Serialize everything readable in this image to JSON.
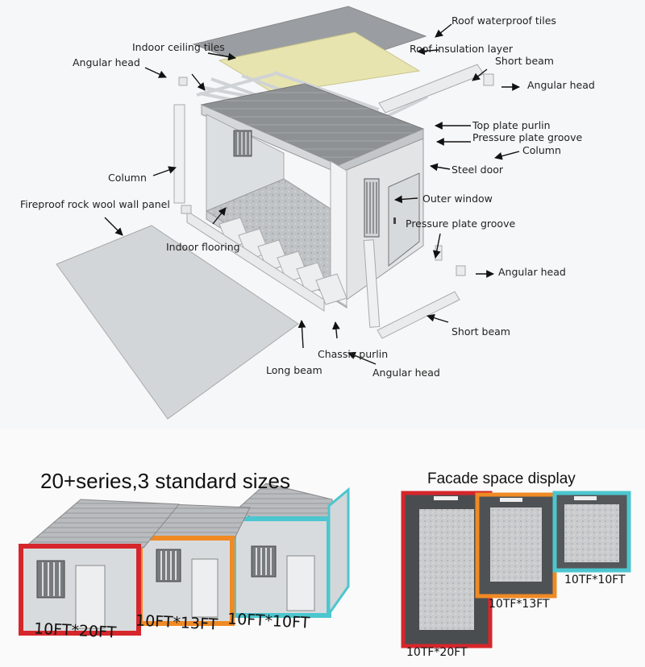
{
  "diagram": {
    "labels": {
      "roof_waterproof_tiles": "Roof waterproof tiles",
      "indoor_ceiling_tiles": "Indoor ceiling tiles",
      "roof_insulation_layer": "Roof insulation layer",
      "angular_head_tl": "Angular head",
      "short_beam_top": "Short beam",
      "angular_head_tr": "Angular head",
      "top_plate_purlin": "Top plate purlin",
      "pressure_plate_groove_top": "Pressure plate groove",
      "column_right": "Column",
      "column_left": "Column",
      "steel_door": "Steel door",
      "outer_window": "Outer window",
      "fireproof_wall_panel": "Fireproof rock wool wall panel",
      "pressure_plate_groove_mid": "Pressure plate groove",
      "indoor_flooring": "Indoor flooring",
      "angular_head_br": "Angular head",
      "short_beam_bottom": "Short beam",
      "chassis_purlin": "Chassis purlin",
      "long_beam": "Long beam",
      "angular_head_bottom": "Angular head"
    }
  },
  "sizes_panel": {
    "title": "20+series,3 standard sizes",
    "labels": [
      "10FT*20FT",
      "10FT*13FT",
      "10FT*10FT"
    ],
    "colors": {
      "red": "#d6262b",
      "orange": "#f08a24",
      "cyan": "#4cc6cf"
    }
  },
  "facade_panel": {
    "title": "Facade space display",
    "labels": [
      "10TF*20FT",
      "10TF*13FT",
      "10TF*10FT"
    ]
  }
}
